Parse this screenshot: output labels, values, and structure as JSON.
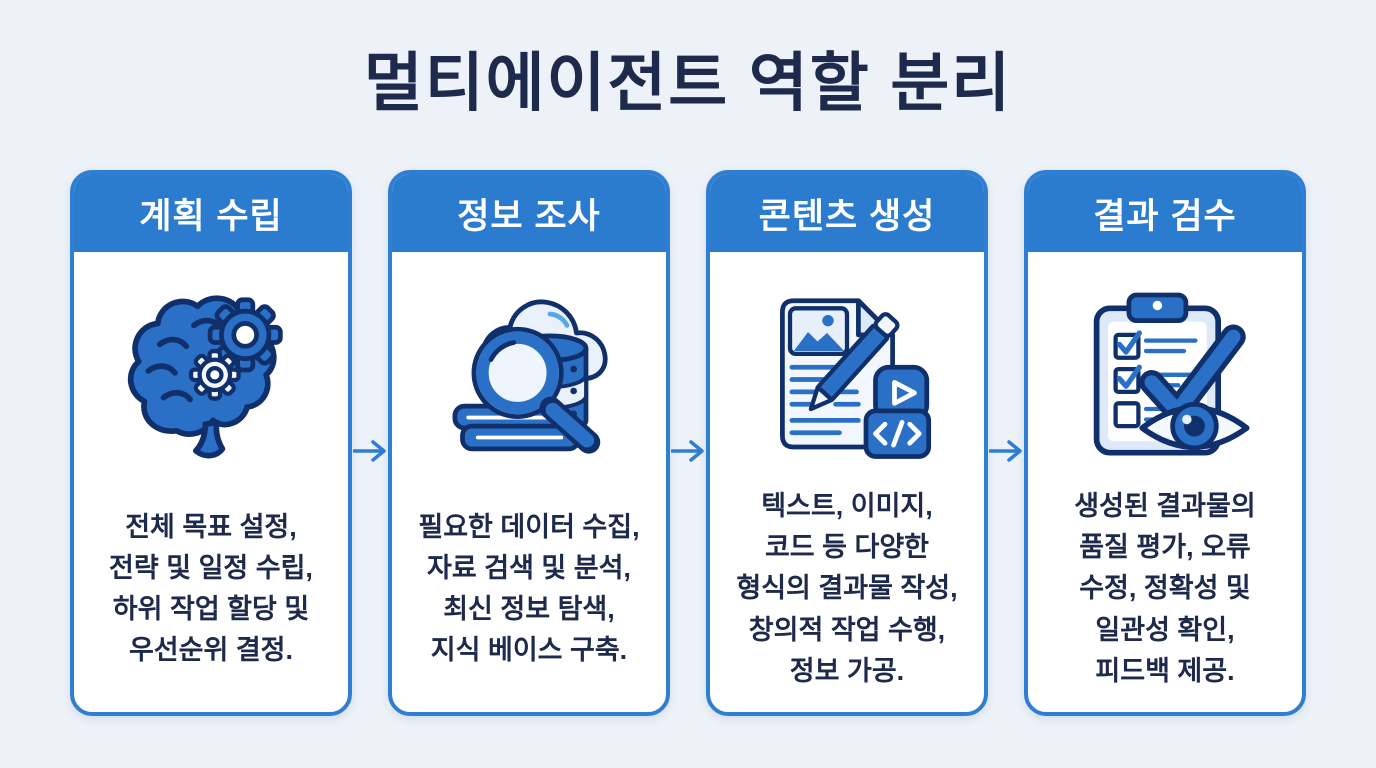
{
  "page": {
    "title": "멀티에이전트 역할 분리"
  },
  "colors": {
    "background": "#edf1f8",
    "title_text": "#1e2a4c",
    "header_blue": "#2b7bce",
    "card_border": "#2e7ed3",
    "body_text": "#1e2a4c",
    "arrow_blue": "#2e7ed3",
    "icon_blue": "#2a70c6",
    "icon_outline": "#11306b",
    "icon_light": "#e9f1fb"
  },
  "cards": [
    {
      "id": "planning",
      "title": "계획 수립",
      "icon": "brain-gears-icon",
      "description": "전체 목표 설정,\n전략 및 일정 수립,\n하위 작업 할당 및\n우선순위 결정."
    },
    {
      "id": "research",
      "title": "정보 조사",
      "icon": "magnifier-database-icon",
      "description": "필요한 데이터 수집,\n자료 검색 및 분석,\n최신 정보 탐색,\n지식 베이스 구축."
    },
    {
      "id": "content",
      "title": "콘텐츠 생성",
      "icon": "document-pencil-icon",
      "description": "텍스트, 이미지,\n코드 등 다양한\n형식의 결과물 작성,\n창의적 작업 수행,\n정보 가공."
    },
    {
      "id": "review",
      "title": "결과 검수",
      "icon": "checklist-eye-icon",
      "description": "생성된 결과물의\n품질 평가, 오류\n수정, 정확성 및\n일관성 확인,\n피드백 제공."
    }
  ],
  "flow": {
    "arrow_glyph": "→",
    "arrow_count": 3
  }
}
